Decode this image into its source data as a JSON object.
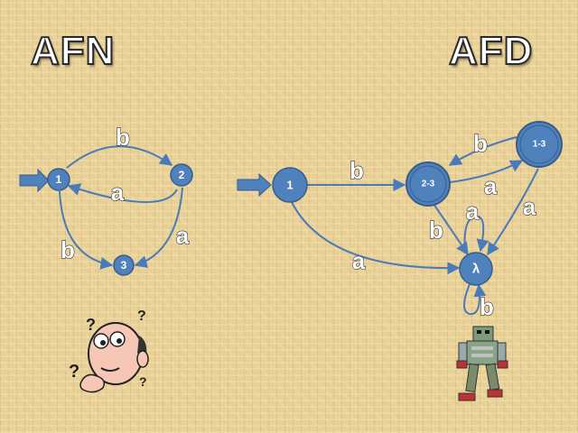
{
  "titles": {
    "left": "AFN",
    "right": "AFD"
  },
  "afn": {
    "states": {
      "s1": "1",
      "s2": "2",
      "s3": "3"
    },
    "edges": {
      "e12": "b",
      "e21": "a",
      "e13": "b",
      "e23": "a"
    }
  },
  "afd": {
    "states": {
      "s1": "1",
      "s23": "2-3",
      "s13": "1-3",
      "lambda": "λ"
    },
    "edges": {
      "e1_23": "b",
      "e23_13": "a",
      "e13_23": "b",
      "e23_l": "b",
      "e13_l": "a",
      "e1_l": "a",
      "el_l_a": "a",
      "el_l_b": "b"
    }
  },
  "colors": {
    "node_fill": "#4f81bd",
    "node_stroke": "#385d8a",
    "edge": "#4a7ab8",
    "bg": "#e8cf94"
  },
  "illustrations": [
    "confused-person-illustration",
    "walking-robot-illustration"
  ]
}
